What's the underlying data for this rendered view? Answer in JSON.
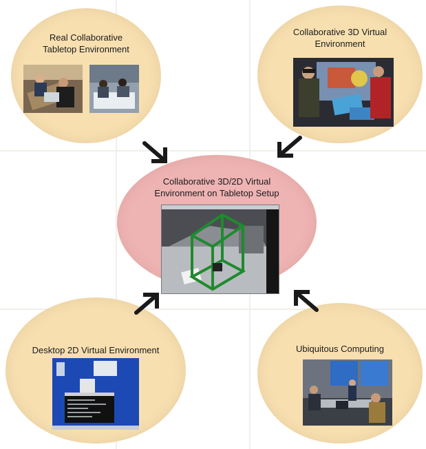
{
  "diagram": {
    "center": {
      "title": "Collaborative 3D/2D Virtual\nEnvironment on Tabletop Setup",
      "image": "3d-wireframe-box-on-tabletop-screenshot",
      "fill": "#eeb3b3"
    },
    "nodes": [
      {
        "id": "real-collaborative",
        "title": "Real Collaborative\nTabletop Environment",
        "images": [
          "people-around-table-photo",
          "people-at-tabletop-photo"
        ],
        "fill": "#f7dfb0"
      },
      {
        "id": "collaborative-3d",
        "title": "Collaborative 3D Virtual\nEnvironment",
        "images": [
          "users-with-hmd-photo"
        ],
        "fill": "#f7dfb0"
      },
      {
        "id": "desktop-2d",
        "title": "Desktop 2D Virtual Environment",
        "images": [
          "desktop-screenshot"
        ],
        "fill": "#f7dfb0"
      },
      {
        "id": "ubiquitous",
        "title": "Ubiquitous Computing",
        "images": [
          "meeting-room-photo"
        ],
        "fill": "#f7dfb0"
      }
    ],
    "arrow_color": "#1a1a1a"
  }
}
